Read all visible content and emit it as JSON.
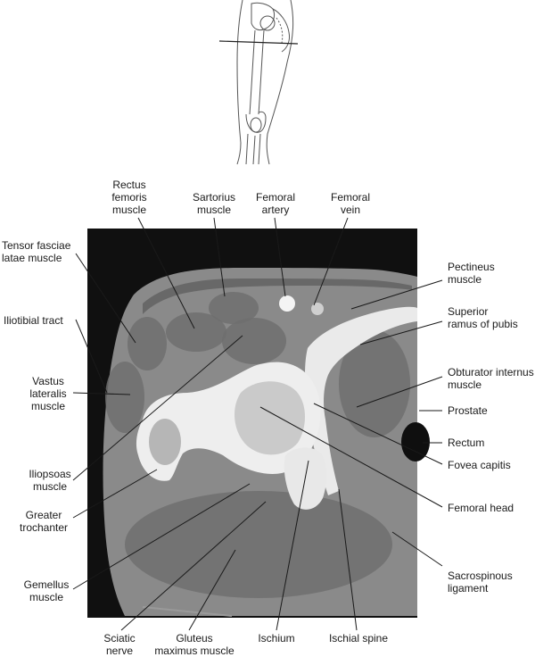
{
  "labels": {
    "rectus_femoris": "Rectus\nfemoris\nmuscle",
    "sartorius": "Sartorius\nmuscle",
    "femoral_artery": "Femoral\nartery",
    "femoral_vein": "Femoral\nvein",
    "tensor_fasciae_latae": "Tensor fasciae\nlatae muscle",
    "pectineus": "Pectineus\nmuscle",
    "iliotibial_tract": "Iliotibial tract",
    "superior_ramus_pubis": "Superior\nramus of pubis",
    "vastus_lateralis": "Vastus\nlateralis\nmuscle",
    "obturator_internus": "Obturator internus\nmuscle",
    "prostate": "Prostate",
    "rectum": "Rectum",
    "iliopsoas": "Iliopsoas\nmuscle",
    "fovea_capitis": "Fovea capitis",
    "greater_trochanter": "Greater\ntrochanter",
    "femoral_head": "Femoral head",
    "gemellus": "Gemellus\nmuscle",
    "sacrospinous": "Sacrospinous\nligament",
    "sciatic_nerve": "Sciatic\nnerve",
    "gluteus_maximus": "Gluteus\nmaximus muscle",
    "ischium": "Ischium",
    "ischial_spine": "Ischial spine"
  },
  "colors": {
    "scan_background": "#101010",
    "soft_tissue": "#8a8a8a",
    "muscle": "#6f6f6f",
    "bone": "#f2f2f2",
    "leader_line": "#1a1a1a"
  },
  "icons": {
    "orientation_thumbnail": "leg-skeleton-icon"
  }
}
